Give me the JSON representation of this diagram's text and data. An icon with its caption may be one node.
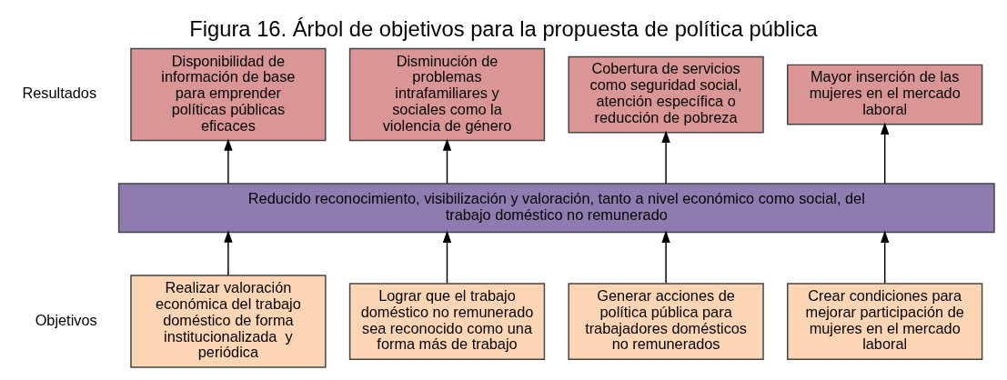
{
  "diagram": {
    "title": "Figura 16. Árbol de objetivos para la propuesta de política pública",
    "nodes": [
      {
        "text": [
          "Disponibilidad de información de base para emprender políticas públicas eficaces"
        ]
      },
      {
        "text": [
          "Disminución de problemas intrafamiliares y sociales como la violencia de género"
        ]
      },
      {
        "text": [
          "Cobertura de servicios como seguridad social, atención específica o reducción de pobreza"
        ]
      },
      {
        "text": [
          "Mayor inserción de las mujeres en el mercado laboral"
        ]
      },
      {
        "text": [
          "Reducido reconocimiento, visibilización y valoración, tanto a nivel económico como social, del trabajo doméstico no remunerado"
        ]
      },
      {
        "text": [
          "Realizar valoración económica del trabajo doméstico de forma institucionalizada  y periódica"
        ]
      },
      {
        "text": [
          "Lograr que el trabajo doméstico no remunerado sea reconocido como una forma más de trabajo"
        ]
      },
      {
        "text": [
          "Generar acciones de política pública para trabajadores domésticos no remunerados"
        ]
      },
      {
        "text": [
          "Crear condiciones para mejorar participación de mujeres en el mercado laboral"
        ]
      }
    ],
    "edges": [
      {
        "from": 4,
        "to": 0,
        "arrow": "to"
      },
      {
        "from": 4,
        "to": 1,
        "arrow": "to"
      },
      {
        "from": 4,
        "to": 2,
        "arrow": "to"
      },
      {
        "from": 4,
        "to": 3,
        "arrow": "to"
      },
      {
        "from": 5,
        "to": 4,
        "arrow": "to"
      },
      {
        "from": 6,
        "to": 4,
        "arrow": "to"
      },
      {
        "from": 7,
        "to": 4,
        "arrow": "to"
      },
      {
        "from": 8,
        "to": 4,
        "arrow": "to"
      }
    ],
    "labels": [
      "Resultados",
      "Objetivos"
    ]
  }
}
